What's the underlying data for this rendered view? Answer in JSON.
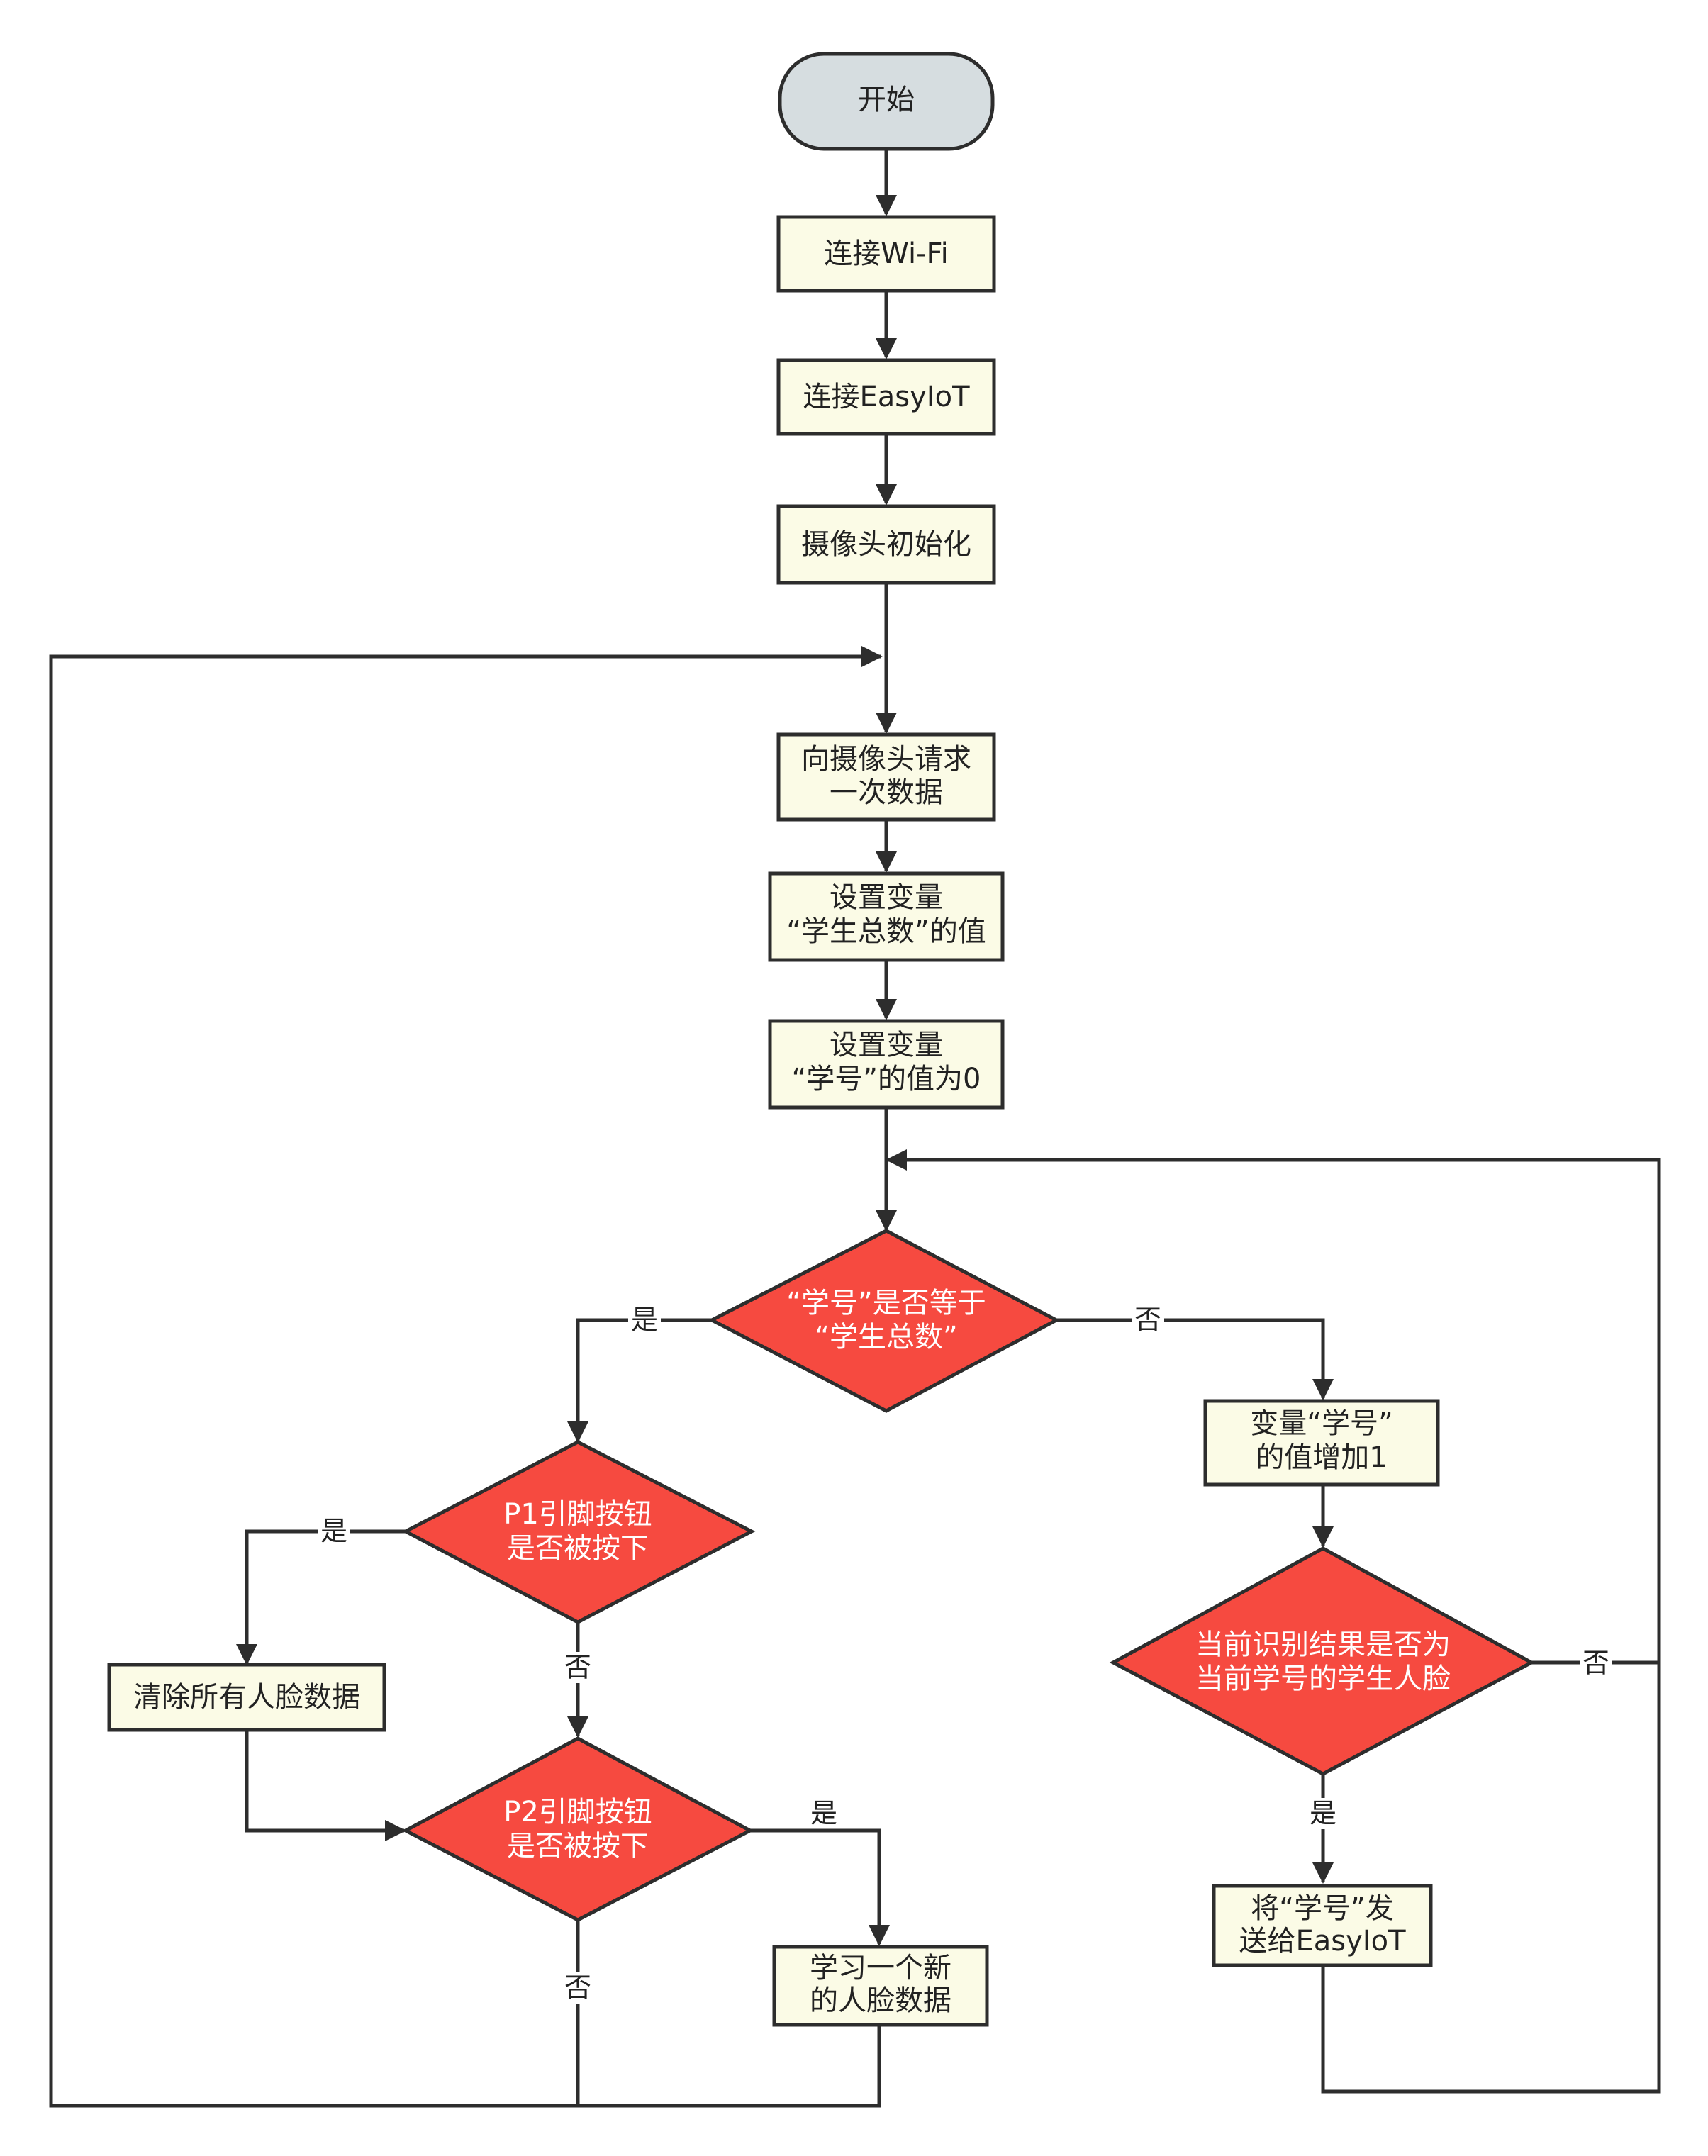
{
  "colors": {
    "start_fill": "#d6dde0",
    "process_fill": "#fbfbe6",
    "decision_fill": "#f64a40",
    "stroke": "#2d2d2d",
    "label_bg": "#ffffff"
  },
  "nodes": {
    "start": {
      "text": "开始"
    },
    "wifi": {
      "text": "连接Wi-Fi"
    },
    "easyiot": {
      "text": "连接EasyIoT"
    },
    "cam_init": {
      "text": "摄像头初始化"
    },
    "request": {
      "line1": "向摄像头请求",
      "line2": "一次数据"
    },
    "set_total": {
      "line1": "设置变量",
      "line2": "“学生总数”的值"
    },
    "set_id": {
      "line1": "设置变量",
      "line2": "“学号”的值为0"
    },
    "dec_equal": {
      "line1": "“学号”是否等于",
      "line2": "“学生总数”"
    },
    "dec_p1": {
      "line1": "P1引脚按钮",
      "line2": "是否被按下"
    },
    "clear": {
      "text": "清除所有人脸数据"
    },
    "dec_p2": {
      "line1": "P2引脚按钮",
      "line2": "是否被按下"
    },
    "learn": {
      "line1": "学习一个新",
      "line2": "的人脸数据"
    },
    "incr": {
      "line1": "变量“学号”",
      "line2": "的值增加1"
    },
    "dec_match": {
      "line1": "当前识别结果是否为",
      "line2": "当前学号的学生人脸"
    },
    "send": {
      "line1": "将“学号”发",
      "line2": "送给EasyIoT"
    }
  },
  "edge_labels": {
    "equal_yes": "是",
    "equal_no": "否",
    "p1_yes": "是",
    "p1_no": "否",
    "p2_yes": "是",
    "p2_no": "否",
    "match_yes": "是",
    "match_no": "否"
  }
}
